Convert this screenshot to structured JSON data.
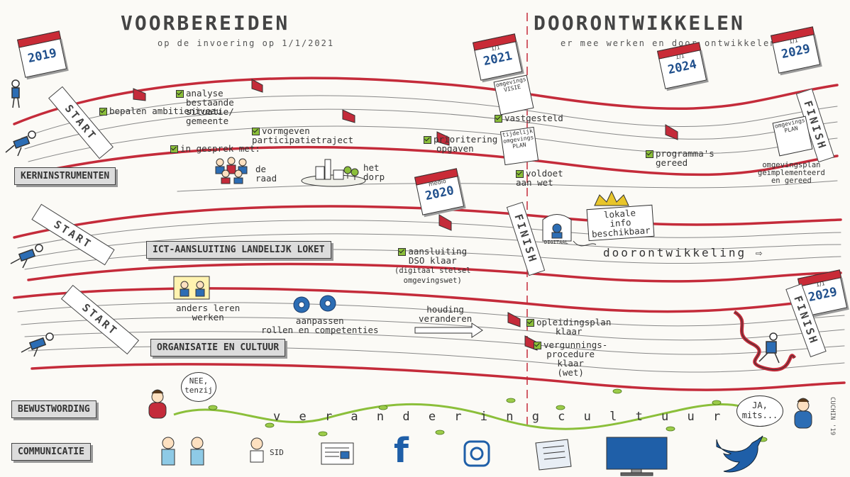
{
  "colors": {
    "track": "#c42b3a",
    "accent_blue": "#1f5fa8",
    "vine": "#8bbf3a",
    "label_bg": "#dcdcdc"
  },
  "header": {
    "left_title": "VOORBEREIDEN",
    "left_subtitle": "op de invoering op 1/1/2021",
    "right_title": "DOORONTWIKKELEN",
    "right_subtitle": "er mee werken en door ontwikkelen"
  },
  "calendars": [
    {
      "label": "2019",
      "top": ""
    },
    {
      "label": "2021",
      "top": "1/1"
    },
    {
      "label": "2024",
      "top": "1/1"
    },
    {
      "label": "2029",
      "top": "1/1"
    },
    {
      "label": "2020",
      "top": "medio"
    },
    {
      "label": "2029",
      "top": "1/1"
    }
  ],
  "lanes": {
    "kern": {
      "label": "KERNINSTRUMENTEN",
      "start": "START",
      "finish": "FINISH",
      "items": {
        "bepalen": "bepalen ambitieniveau",
        "bepalen_2": "ambitieniveau",
        "analyse_1": "analyse",
        "analyse_2": "bestaande",
        "analyse_3": "situatie/",
        "analyse_4": "gemeente",
        "vormgeven_1": "vormgeven",
        "vormgeven_2": "participatietraject",
        "prioritering_1": "prioritering",
        "prioritering_2": "opgaven",
        "ingesprek": "in gesprek met:",
        "raad": "de raad",
        "dorp": "het dorp",
        "visie_doc": "omgevings VISIE",
        "vastgesteld": "vastgesteld",
        "plan_doc": "tijdelijk omgevings PLAN",
        "voldoet_1": "voldoet",
        "voldoet_2": "aan wet",
        "programmas_1": "programma's",
        "programmas_2": "gereed",
        "plan2_doc": "omgevings PLAN",
        "omgevingsplan_1": "omgevingsplan",
        "omgevingsplan_2": "geïmplementeerd",
        "omgevingsplan_3": "en gereed"
      }
    },
    "ict": {
      "label": "ICT-AANSLUITING LANDELIJK LOKET",
      "start": "START",
      "finish": "FINISH",
      "items": {
        "aansluiting_1": "aansluiting",
        "aansluiting_2": "DSO klaar",
        "aansluiting_3": "(digitaal stelsel",
        "aansluiting_4": "omgevingswet)",
        "lokale_1": "lokale",
        "lokale_2": "info",
        "lokale_3": "beschikbaar",
        "digital": "DIGITAAL",
        "doorontwikkeling": "doorontwikkeling ⇨"
      }
    },
    "org": {
      "label": "ORGANISATIE EN CULTUUR",
      "start": "START",
      "finish": "FINISH",
      "items": {
        "anders_1": "anders leren",
        "anders_2": "werken",
        "aanpassen_1": "aanpassen",
        "aanpassen_2": "rollen en competenties",
        "houding_1": "houding",
        "houding_2": "veranderen",
        "opleidings_1": "opleidingsplan",
        "opleidings_2": "klaar",
        "vergunnings_1": "vergunnings-",
        "vergunnings_2": "procedure",
        "vergunnings_3": "klaar",
        "vergunnings_4": "(wet)"
      }
    }
  },
  "bewustwording": {
    "label": "BEWUSTWORDING",
    "left_bubble_1": "NEE,",
    "left_bubble_2": "tenzij",
    "vine_text": "v e r a n d e r i n g c u l t u u r",
    "right_bubble_1": "JA,",
    "right_bubble_2": "mits..."
  },
  "communicatie": {
    "label": "COMMUNICATIE",
    "sid": "SID",
    "facebook_glyph": "f",
    "icons": [
      "people-icon",
      "mascot-icon",
      "newspaper-icon",
      "facebook-icon",
      "instagram-icon",
      "magazine-icon",
      "monitor-icon",
      "twitter-icon"
    ]
  },
  "signature": "CUCHIN '19"
}
